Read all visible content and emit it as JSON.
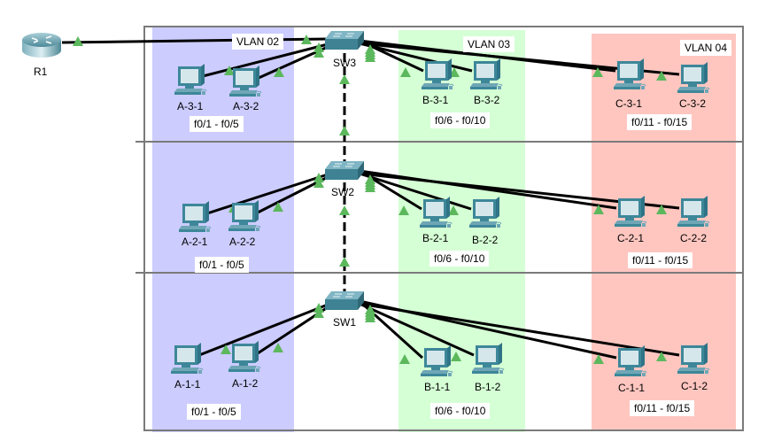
{
  "diagram": {
    "type": "network-topology",
    "router": {
      "name": "R1"
    },
    "switches": [
      {
        "name": "SW3"
      },
      {
        "name": "SW2"
      },
      {
        "name": "SW1"
      }
    ],
    "vlans": [
      {
        "label": "VLAN 02",
        "color": "#ccccff",
        "ports": "f0/1 - f0/5"
      },
      {
        "label": "VLAN 03",
        "color": "#d5ffd5",
        "ports": "f0/6 - f0/10"
      },
      {
        "label": "VLAN 04",
        "color": "#ffc6c0",
        "ports": "f0/11 - f0/15"
      }
    ],
    "pcs": {
      "row3": [
        "A-3-1",
        "A-3-2",
        "B-3-1",
        "B-3-2",
        "C-3-1",
        "C-3-2"
      ],
      "row2": [
        "A-2-1",
        "A-2-2",
        "B-2-1",
        "B-2-2",
        "C-2-1",
        "C-2-2"
      ],
      "row1": [
        "A-1-1",
        "A-1-2",
        "B-1-1",
        "B-1-2",
        "C-1-1",
        "C-1-2"
      ]
    },
    "port_ranges": {
      "row3": [
        "f0/1 - f0/5",
        "f0/6 - f0/10",
        "f0/11 - f0/15"
      ],
      "row2": [
        "f0/1 - f0/5",
        "f0/6 - f0/10",
        "f0/11 - f0/15"
      ],
      "row1": [
        "f0/1 - f0/5",
        "f0/6 - f0/10",
        "f0/11 - f0/15"
      ]
    },
    "link_status_color": "#5cb85c",
    "trunk_style": "dashed"
  }
}
